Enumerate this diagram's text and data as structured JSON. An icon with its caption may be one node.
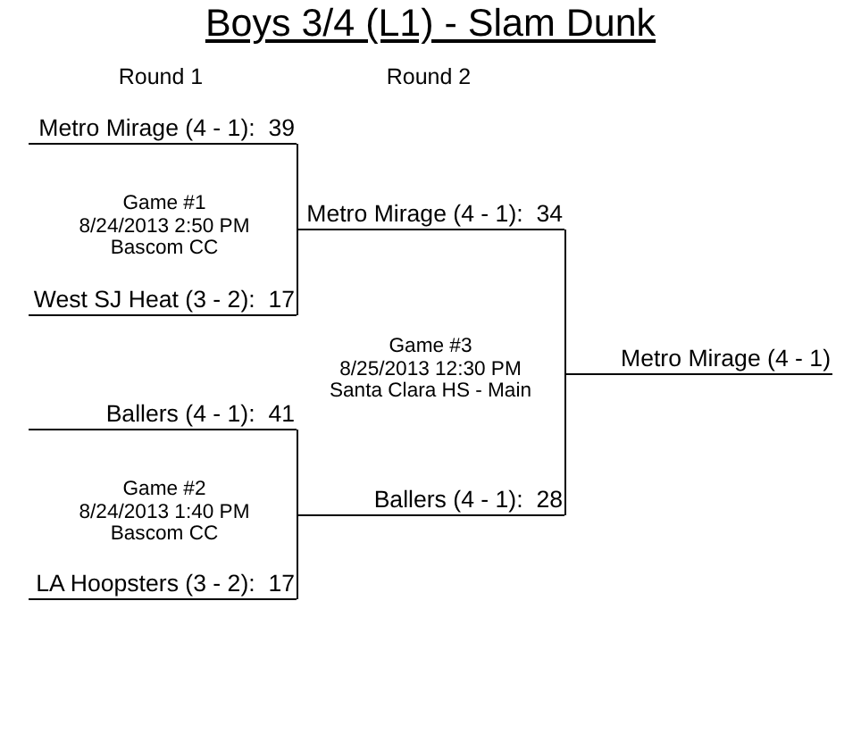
{
  "diagram": {
    "title": "Boys 3/4 (L1) - Slam Dunk",
    "nodes": [
      {
        "text": [
          "Metro Mirage (4 - 1):  39"
        ]
      },
      {
        "text": [
          "West SJ Heat (3 - 2):  17"
        ]
      },
      {
        "text": [
          "Ballers (4 - 1):  41"
        ]
      },
      {
        "text": [
          "LA Hoopsters (3 - 2):  17"
        ]
      },
      {
        "text": [
          "Metro Mirage (4 - 1):  34"
        ]
      },
      {
        "text": [
          "Ballers (4 - 1):  28"
        ]
      },
      {
        "text": [
          "Metro Mirage (4 - 1)"
        ]
      }
    ],
    "edges": [
      {
        "from": 0,
        "to": 4,
        "arrow": "none"
      },
      {
        "from": 1,
        "to": 4,
        "arrow": "none"
      },
      {
        "from": 2,
        "to": 5,
        "arrow": "none"
      },
      {
        "from": 3,
        "to": 5,
        "arrow": "none"
      },
      {
        "from": 4,
        "to": 6,
        "arrow": "none"
      },
      {
        "from": 5,
        "to": 6,
        "arrow": "none"
      }
    ],
    "labels": [
      "Round 1",
      "Round 2",
      "Game #1",
      "8/24/2013 2:50 PM",
      "Bascom CC",
      "Game #2",
      "8/24/2013 1:40 PM",
      "Bascom CC",
      "Game #3",
      "8/25/2013 12:30 PM",
      "Santa Clara HS - Main"
    ]
  }
}
